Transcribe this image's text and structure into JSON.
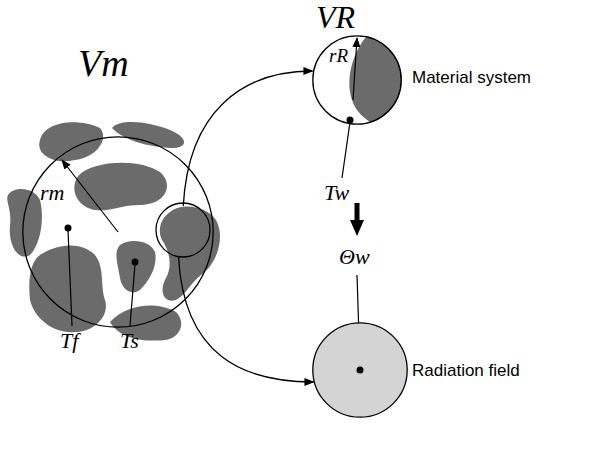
{
  "diagram": {
    "nodes": [
      {
        "text": [
          "Vm"
        ]
      },
      {
        "text": [
          "VR",
          "Material system"
        ]
      },
      {
        "text": [
          "Radiation field"
        ]
      }
    ],
    "edges": [
      {
        "from": 0,
        "to": 1,
        "arrow": "to"
      },
      {
        "from": 0,
        "to": 2,
        "arrow": "to"
      }
    ],
    "labels": [
      "rm",
      "Tf",
      "Ts",
      "rR",
      "Tw",
      "Θw"
    ]
  }
}
